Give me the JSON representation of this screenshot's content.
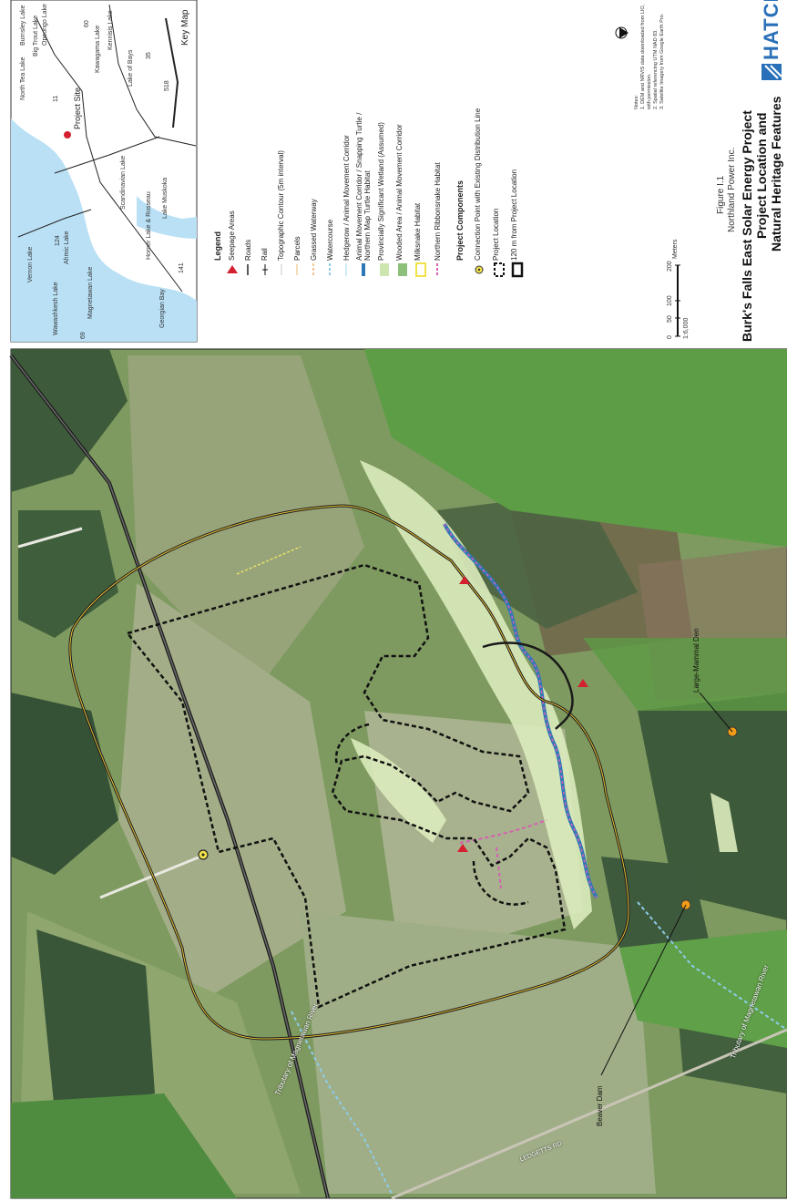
{
  "key_map": {
    "title": "Key Map",
    "project_site_label": "Project Site",
    "places": [
      "North Tea Lake",
      "Burnsley Lake",
      "Big Trout Lake",
      "Opeongo Lake",
      "Kawagama Lake",
      "Lake of Bays",
      "Kennisis Lake",
      "Ahmic Lake",
      "Magnetawan Lake",
      "Wawashkesh Lake",
      "Georgian Bay",
      "Horner Lake & Rosseau",
      "Lake Muskoka",
      "Scandinavian Lake",
      "Vernon Lake"
    ],
    "road_numbers": [
      "11",
      "60",
      "35",
      "518",
      "124",
      "69",
      "141"
    ]
  },
  "legend": {
    "title": "Legend",
    "items": [
      {
        "label": "Seepage Areas",
        "symbol": "triangle",
        "color": "#d42030"
      },
      {
        "label": "Roads",
        "symbol": "line",
        "color": "#111111"
      },
      {
        "label": "Rail",
        "symbol": "rail",
        "color": "#111111"
      },
      {
        "label": "Topographic Contour (5m interval)",
        "symbol": "line",
        "color": "#c8c8c8"
      },
      {
        "label": "Parcels",
        "symbol": "line",
        "color": "#f0d0a0"
      },
      {
        "label": "Grassed Waterway",
        "symbol": "dash",
        "color": "#f0c890"
      },
      {
        "label": "Watercourse",
        "symbol": "dash",
        "color": "#8ecbe8"
      },
      {
        "label": "Hedgerow / Animal Movement Corridor",
        "symbol": "line",
        "color": "#d0ecf6"
      },
      {
        "label": "Animal Movement Corridor / Snapping Turtle / Northern Map Turtle Habitat",
        "symbol": "thick",
        "color": "#2f78b7"
      },
      {
        "label": "Provincially Significant Wetland (Assumed)",
        "symbol": "fill",
        "color": "#cde6b0"
      },
      {
        "label": "Wooded Area / Animal Movement Corridor",
        "symbol": "fill",
        "color": "#8dc07a"
      },
      {
        "label": "Milksnake Habitat",
        "symbol": "box",
        "color": "#f0e24a"
      },
      {
        "label": "Northern Ribbonsnake Habitat",
        "symbol": "dash",
        "color": "#d65fb2"
      }
    ],
    "components_title": "Project Components",
    "components": [
      {
        "label": "Connection Point with Existing Distribution Line",
        "symbol": "target"
      },
      {
        "label": "Project Location",
        "symbol": "dashbox"
      },
      {
        "label": "120 m from Project Location",
        "symbol": "box2"
      }
    ]
  },
  "scale": {
    "ticks": [
      "0",
      "50",
      "100",
      "200"
    ],
    "unit": "Meters",
    "ratio": "1:6,000"
  },
  "notes": {
    "label": "Notes:",
    "lines": [
      "1. DEM and NRVIS data downloaded from LIO,",
      "with permission.",
      "2. Spatial referencing UTM NAD 83.",
      "3. Satellite Imagery from Google Earth Pro."
    ]
  },
  "title_block": {
    "figure": "Figure I.1",
    "company": "Northland Power Inc.",
    "project": "Burk's Falls East Solar Energy Project",
    "title_line1": "Project Location and",
    "title_line2": "Natural Heritage Features",
    "logo": "HATCH"
  },
  "map_labels": {
    "large_mammal_den": "Large-Mammal Den",
    "beaver_dam": "Beaver Dam",
    "tributary_1": "Tributary of Magnetawan River",
    "tributary_2": "Tributary of Magnetawan River",
    "road": "LEDGETTS RD"
  },
  "colors": {
    "project_boundary": "#1a1a1a",
    "buffer": "#e8c238",
    "wetland": "#dcebbc",
    "watercourse": "#2f78b7",
    "ribbonsnake": "#d65fb2",
    "seepage": "#d42030",
    "den": "#f29c18"
  }
}
